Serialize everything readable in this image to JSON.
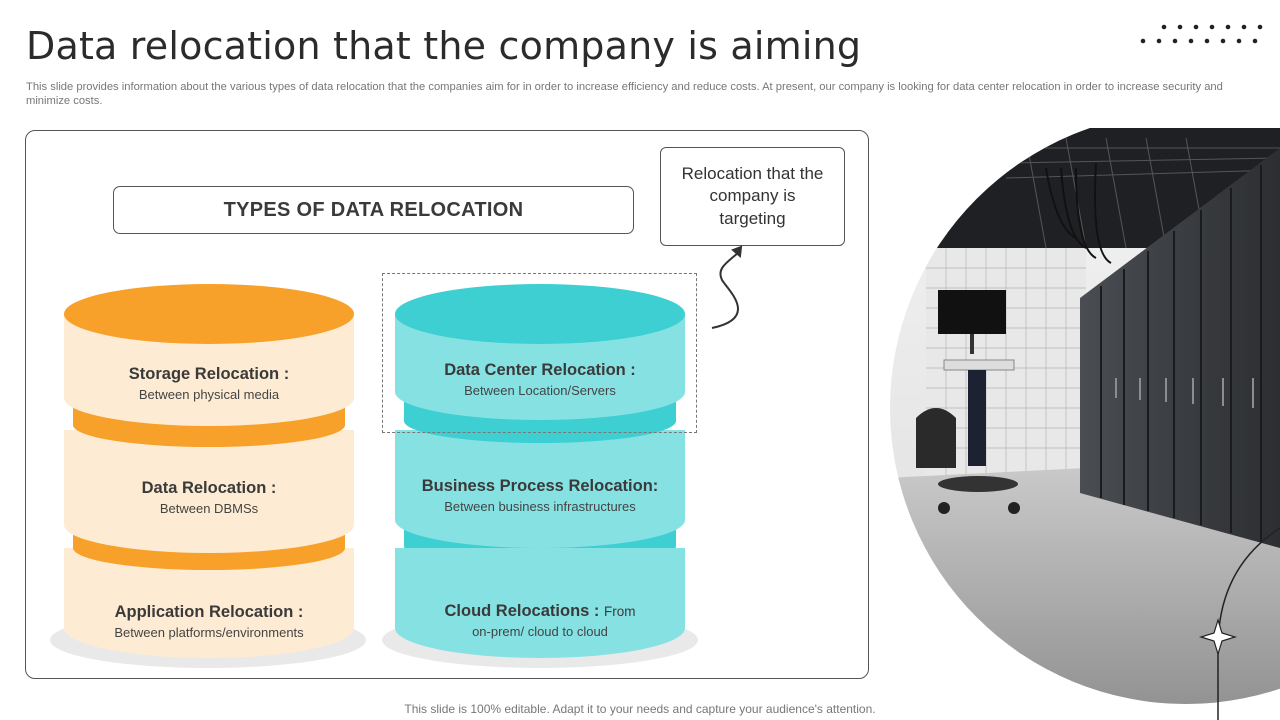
{
  "header": {
    "title": "Data relocation that the company is aiming",
    "subtitle": "This slide provides information about the various types of data relocation that the companies aim for in order to increase efficiency and reduce costs. At present, our company is looking for data center relocation in order to increase security and minimize costs."
  },
  "diagram": {
    "heading": "TYPES OF DATA RELOCATION",
    "callout": "Relocation that the company is targeting",
    "left_stack": [
      {
        "title": "Storage Relocation :",
        "desc": "Between physical media"
      },
      {
        "title": "Data Relocation :",
        "desc": "Between DBMSs"
      },
      {
        "title": "Application Relocation :",
        "desc": "Between platforms/environments"
      }
    ],
    "right_stack": [
      {
        "title": "Data Center Relocation :",
        "desc": "Between Location/Servers"
      },
      {
        "title": "Business Process Relocation:",
        "desc": "Between business infrastructures"
      },
      {
        "title": "Cloud Relocations :",
        "title_suffix": "From",
        "desc": "on-prem/ cloud to cloud"
      }
    ],
    "colors": {
      "orange": "#f7a12a",
      "orange_light": "#fdecd3",
      "teal": "#3dcfd2",
      "teal_light": "#86e1e3"
    }
  },
  "footer": {
    "note": "This slide is 100% editable. Adapt it to your needs and capture your audience's attention."
  },
  "image": {
    "subject": "data-center-server-room-photo"
  }
}
